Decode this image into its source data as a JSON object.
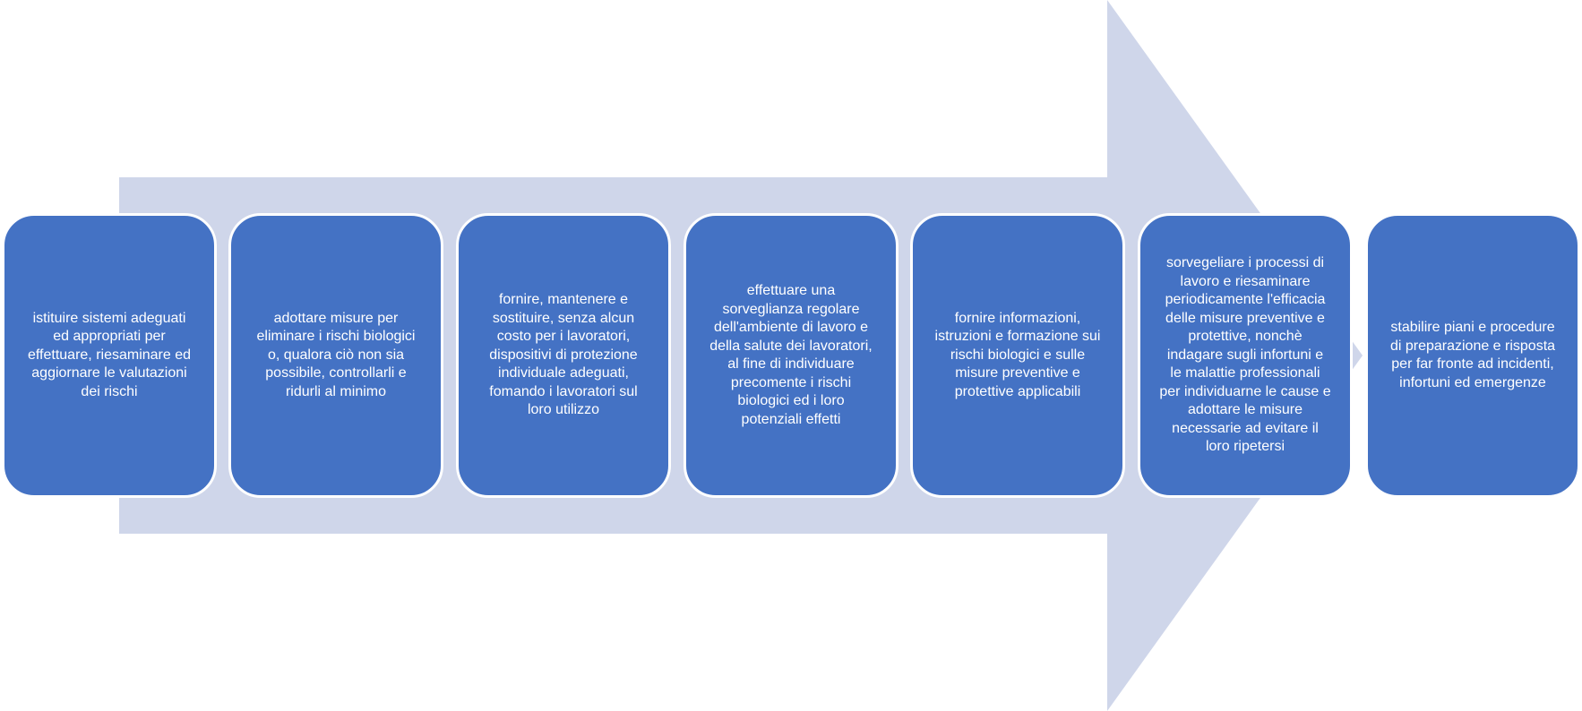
{
  "colors": {
    "arrow": "#cfd6ea",
    "step_fill": "#4472c4",
    "step_border": "#ffffff",
    "step_text": "#ffffff",
    "background": "#ffffff"
  },
  "steps": [
    {
      "text": "istituire sistemi adeguati\ned appropriati per\neffettuare, riesaminare ed\naggiornare le valutazioni\ndei rischi"
    },
    {
      "text": "adottare misure per\neliminare i rischi biologici\no, qualora ciò non sia\npossibile, controllarli e\nridurli al minimo"
    },
    {
      "text": "fornire, mantenere e\nsostituire, senza alcun\ncosto per i lavoratori,\ndispositivi di protezione\nindividuale adeguati,\nfomando i lavoratori sul\nloro utilizzo"
    },
    {
      "text": "effettuare una\nsorveglianza regolare\ndell'ambiente di lavoro e\ndella salute dei lavoratori,\nal fine di individuare\nprecomente i rischi\nbiologici ed i loro\npotenziali effetti"
    },
    {
      "text": "fornire informazioni,\nistruzioni e formazione sui\nrischi biologici  e sulle\nmisure preventive e\nprotettive applicabili"
    },
    {
      "text": "sorvegeliare i processi di\nlavoro e riesaminare\nperiodicamente l'efficacia\ndelle misure preventive e\nprotettive, nonchè\nindagare sugli infortuni e\nle malattie  professionali\nper individuarne le cause e\nadottare le misure\nnecessarie ad evitare il\nloro ripetersi"
    },
    {
      "text": "stabilire piani e procedure\ndi preparazione e risposta\nper far fronte ad incidenti,\ninfortuni ed emergenze"
    }
  ]
}
